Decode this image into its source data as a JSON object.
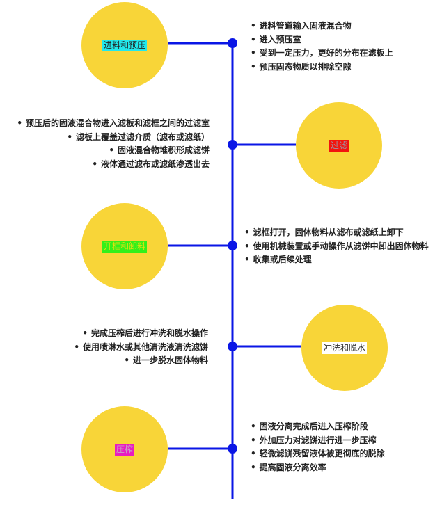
{
  "colors": {
    "axis": "#0a16e6",
    "circle": "#f8d538"
  },
  "steps": [
    {
      "label": "进料和预压",
      "label_bg": "#22e8ec",
      "label_color": "#222222",
      "side": "left",
      "notes": [
        "进料管道输入固液混合物",
        "进入预压室",
        "受到一定压力，更好的分布在滤板上",
        "预压固态物质以排除空隙"
      ]
    },
    {
      "label": "过滤",
      "label_bg": "#f2140e",
      "label_color": "#9a9aa8",
      "side": "right",
      "notes": [
        "预压后的固液混合物进入滤板和滤框之间的过滤室",
        "滤板上覆盖过滤介质（滤布或滤纸）",
        "固液混合物堆积形成滤饼",
        "液体通过滤布或滤纸渗透出去"
      ]
    },
    {
      "label": "开框和卸料",
      "label_bg": "#33f01a",
      "label_color": "#e6e010",
      "side": "left",
      "notes": [
        "滤框打开，固体物料从滤布或滤纸上卸下",
        "使用机械装置或手动操作从滤饼中卸出固体物料",
        "收集或后续处理"
      ]
    },
    {
      "label": "冲洗和脱水",
      "label_bg": "#ffffff",
      "label_color": "#333333",
      "side": "right",
      "notes": [
        "完成压榨后进行冲洗和脱水操作",
        "使用喷淋水或其他清洗液清洗滤饼",
        "进一步脱水固体物料"
      ]
    },
    {
      "label": "压榨",
      "label_bg": "#e81bc0",
      "label_color": "#c9a0c8",
      "side": "left",
      "notes": [
        "固液分离完成后进入压榨阶段",
        "外加压力对滤饼进行进一步压榨",
        "轻微滤饼残留液体被更彻底的脱除",
        "提高固液分离效率"
      ]
    }
  ]
}
